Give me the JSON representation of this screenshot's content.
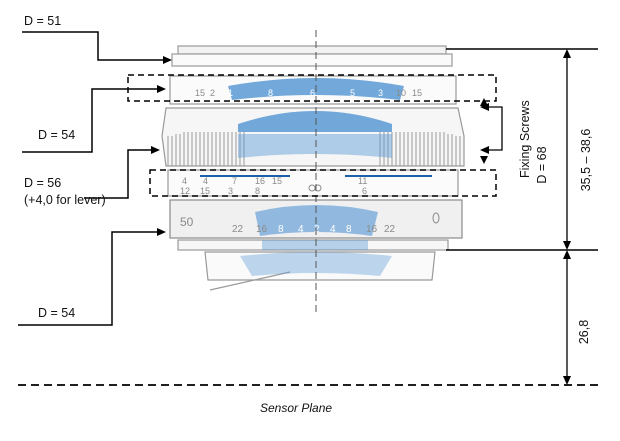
{
  "labels": {
    "d51": "D = 51",
    "d54_top": "D = 54",
    "d56": "D = 56",
    "d56_note": "(+4,0 for lever)",
    "d54_bottom": "D = 54",
    "fixing_screws": "Fixing Screws",
    "fixing_d": "D = 68",
    "dim_upper": "35,5 – 38,6",
    "dim_lower": "26,8",
    "sensor_plane": "Sensor Plane"
  },
  "scales": {
    "upper_distance": [
      "15",
      "2",
      "1",
      "8",
      "6",
      "5",
      "3",
      "10",
      "15"
    ],
    "dof_upper": [
      "4",
      "4",
      "7",
      "16",
      "15",
      "11"
    ],
    "dof_lower": [
      "12",
      "15",
      "3",
      "8",
      "6"
    ],
    "aperture": [
      "50",
      "22",
      "16",
      "8",
      "4",
      "2",
      "4",
      "8",
      "16",
      "22"
    ]
  },
  "colors": {
    "lens_outline": "#9a9a9a",
    "lens_blue": "#5b9bd5",
    "line": "#000000"
  }
}
